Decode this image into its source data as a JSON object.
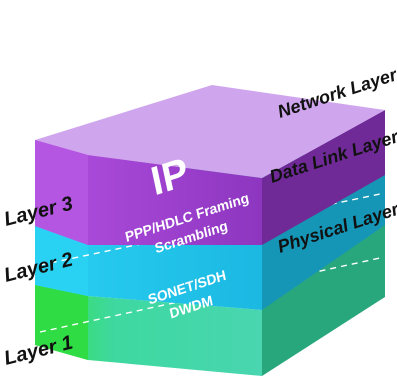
{
  "layers": [
    {
      "id": "layer3",
      "side_label": "Layer 3",
      "right_label": "Network Layer",
      "lines": [
        "IP"
      ],
      "colors": {
        "front": "#9b3fcf",
        "top": "#c79ae8",
        "side": "#6f2a98"
      }
    },
    {
      "id": "layer2",
      "side_label": "Layer 2",
      "right_label": "Data Link Layer",
      "lines": [
        "PPP/HDLC Framing",
        "Scrambling"
      ],
      "colors": {
        "front": "#1ec8ee",
        "top": "#8fe3f7",
        "side": "#1596b6"
      }
    },
    {
      "id": "layer1",
      "side_label": "Layer 1",
      "right_label": "Physical Layer",
      "lines": [
        "SONET/SDH",
        "DWDM"
      ],
      "colors": {
        "front": "#3ed8a0",
        "top": "#6fe7bf",
        "side": "#2aa67a",
        "left_accent": "#2fd84a"
      }
    }
  ]
}
